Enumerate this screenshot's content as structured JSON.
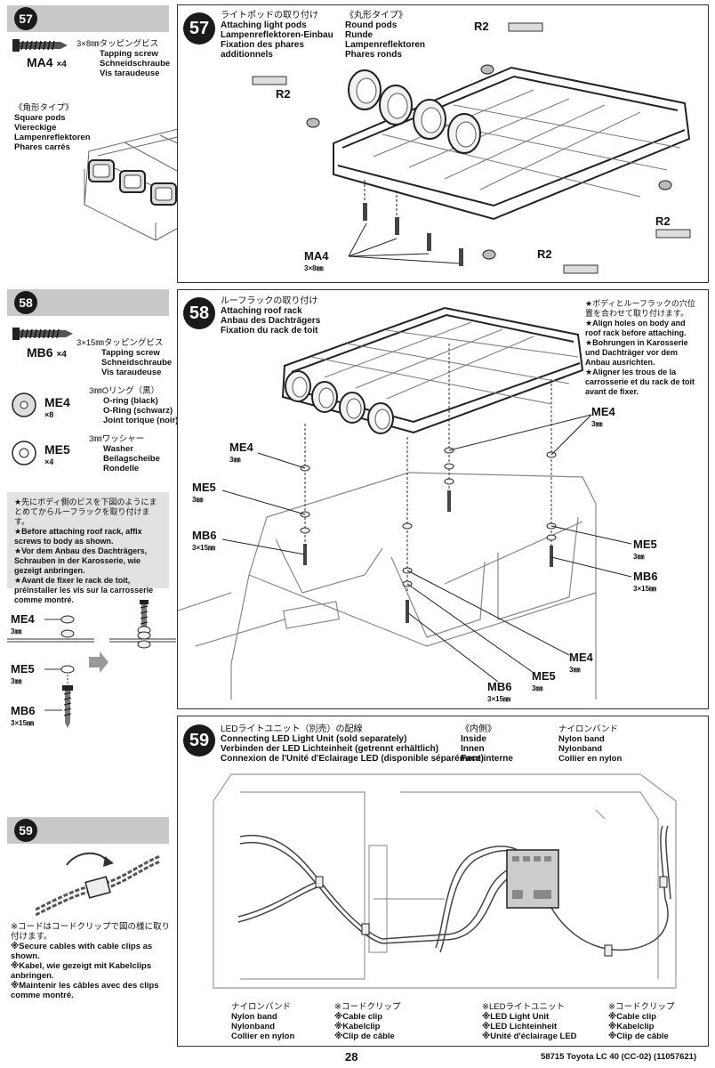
{
  "left": {
    "s57": {
      "num": "57",
      "part_code": "MA4",
      "part_qty": "×4",
      "part_lines": [
        "3×8㎜タッピングビス",
        "Tapping screw",
        "Schneidschraube",
        "Vis taraudeuse"
      ],
      "square_pods": [
        "《角形タイプ》",
        "Square pods",
        "Viereckige",
        "Lampenreflektoren",
        "Phares carrés"
      ]
    },
    "s58": {
      "num": "58",
      "parts": [
        {
          "code": "MB6",
          "qty": "×4",
          "lines": [
            "3×15㎜タッピングビス",
            "Tapping screw",
            "Schneidschraube",
            "Vis taraudeuse"
          ]
        },
        {
          "code": "ME4",
          "qty": "×8",
          "lines": [
            "3㎜Oリング（黒）",
            "O-ring (black)",
            "O-Ring (schwarz)",
            "Joint torique (noir)"
          ]
        },
        {
          "code": "ME5",
          "qty": "×4",
          "lines": [
            "3㎜ワッシャー",
            "Washer",
            "Beilagscheibe",
            "Rondelle"
          ]
        }
      ],
      "note": [
        "★先にボディ側のビスを下図のようにまとめてからルーフラックを取り付けます。",
        "★Before attaching roof rack, affix screws to body as shown.",
        "★Vor dem Anbau des Dachträgers, Schrauben in der Karosserie, wie gezeigt anbringen.",
        "★Avant de fixer le rack de toit, préinstaller les vis sur la carrosserie comme montré."
      ],
      "stack": [
        {
          "code": "ME4",
          "size": "3㎜"
        },
        {
          "code": "ME5",
          "size": "3㎜"
        },
        {
          "code": "MB6",
          "size": "3×15㎜"
        }
      ]
    },
    "s59": {
      "num": "59",
      "note": [
        "※コードはコードクリップで図の様に取り付けます。",
        "※Secure cables with cable clips as shown.",
        "※Kabel, wie gezeigt mit Kabelclips anbringen.",
        "※Maintenir les câbles avec des clips comme montré."
      ]
    }
  },
  "main": {
    "p57": {
      "num": "57",
      "title": [
        "ライトポッドの取り付け",
        "Attaching light pods",
        "Lampenreflektoren-Einbau",
        "Fixation des phares",
        "additionnels"
      ],
      "round": [
        "《丸形タイプ》",
        "Round pods",
        "Runde",
        "Lampenreflektoren",
        "Phares ronds"
      ],
      "r2": "R2",
      "ma4": "MA4",
      "ma4_size": "3×8㎜"
    },
    "p58": {
      "num": "58",
      "title": [
        "ルーフラックの取り付け",
        "Attaching roof rack",
        "Anbau des Dachträgers",
        "Fixation du rack de toit"
      ],
      "note": [
        "★ボディとルーフラックの穴位置を合わせて取り付けます。",
        "★Align holes on body and roof rack before attaching.",
        "★Bohrungen in Karosserie und Dachträger vor dem Anbau ausrichten.",
        "★Aligner les trous de la carrosserie et du rack de toit avant de fixer."
      ],
      "me4": "ME4",
      "me5": "ME5",
      "mb6": "MB6",
      "size3": "3㎜",
      "size315": "3×15㎜"
    },
    "p59": {
      "num": "59",
      "title": [
        "LEDライトユニット（別売）の配線",
        "Connecting LED Light Unit (sold separately)",
        "Verbinden der LED Lichteinheit (getrennt erhältlich)",
        "Connexion de l'Unité d'Eclairage LED (disponible séparément)"
      ],
      "inside": [
        "《内側》",
        "Inside",
        "Innen",
        "Face interne"
      ],
      "nylon_top": [
        "ナイロンバンド",
        "Nylon band",
        "Nylonband",
        "Collier en nylon"
      ],
      "nylon_bottom": [
        "ナイロンバンド",
        "Nylon band",
        "Nylonband",
        "Collier en nylon"
      ],
      "clip1": [
        "※コードクリップ",
        "※Cable clip",
        "※Kabelclip",
        "※Clip de câble"
      ],
      "led": [
        "※LEDライトユニット",
        "※LED Light Unit",
        "※LED Lichteinheit",
        "※Unité d'éclairage LED"
      ],
      "clip2": [
        "※コードクリップ",
        "※Cable clip",
        "※Kabelclip",
        "※Clip de câble"
      ]
    }
  },
  "footer": {
    "page": "28",
    "product": "58715 Toyota LC 40 (CC-02) (11057621)"
  }
}
